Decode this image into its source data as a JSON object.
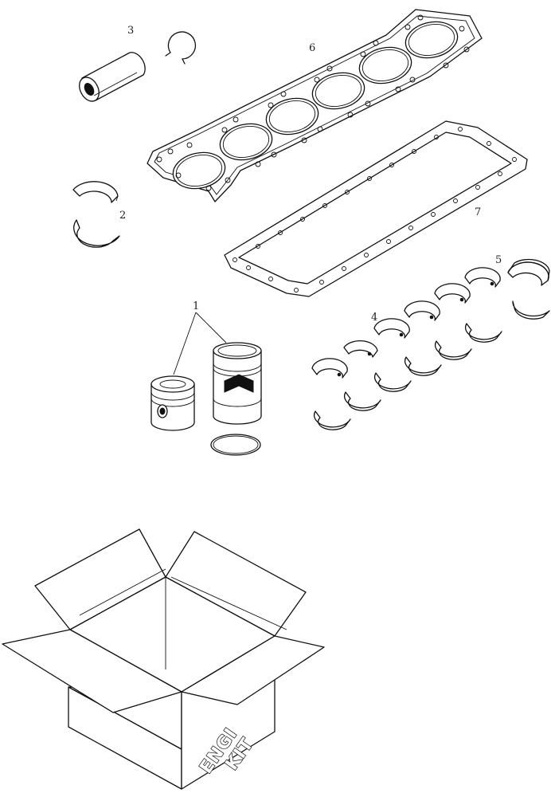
{
  "callouts": {
    "c1": "1",
    "c2": "2",
    "c3": "3",
    "c4": "4",
    "c5": "5",
    "c6": "6",
    "c7": "7"
  },
  "box_label": {
    "line1": "ENGI",
    "line2": "KIT"
  }
}
